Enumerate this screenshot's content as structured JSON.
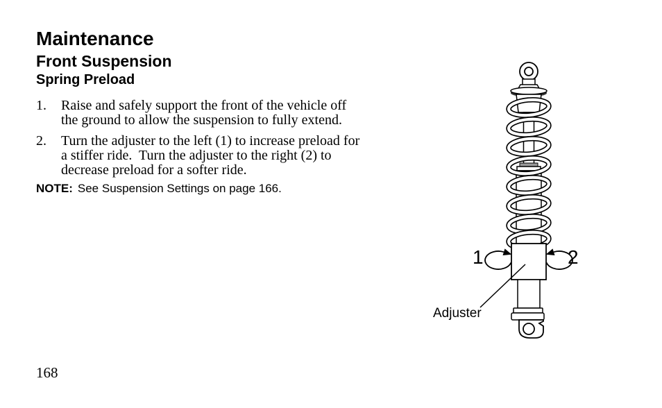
{
  "document": {
    "title": "Maintenance",
    "subtitle": "Front Suspension",
    "heading": "Spring Preload",
    "steps": [
      {
        "num": "1.",
        "lines": [
          "Raise and safely support the front of the vehicle off",
          "the ground to allow the suspension to fully extend."
        ]
      },
      {
        "num": "2.",
        "lines": [
          "Turn the adjuster to the left (1) to increase preload for",
          "a stiffer ride.  Turn the adjuster to the right (2) to",
          "decrease preload for a softer ride."
        ]
      }
    ],
    "note": {
      "label": "NOTE:",
      "text": "See Suspension Settings on page 166."
    },
    "page_number": "168"
  },
  "diagram": {
    "labels": {
      "left_turn": "1",
      "right_turn": "2",
      "adjuster": "Adjuster"
    }
  },
  "colors": {
    "ink": "#000000",
    "paper": "#ffffff",
    "collar_gray": "#9a9a9a",
    "cap_shadow": "#333333"
  }
}
